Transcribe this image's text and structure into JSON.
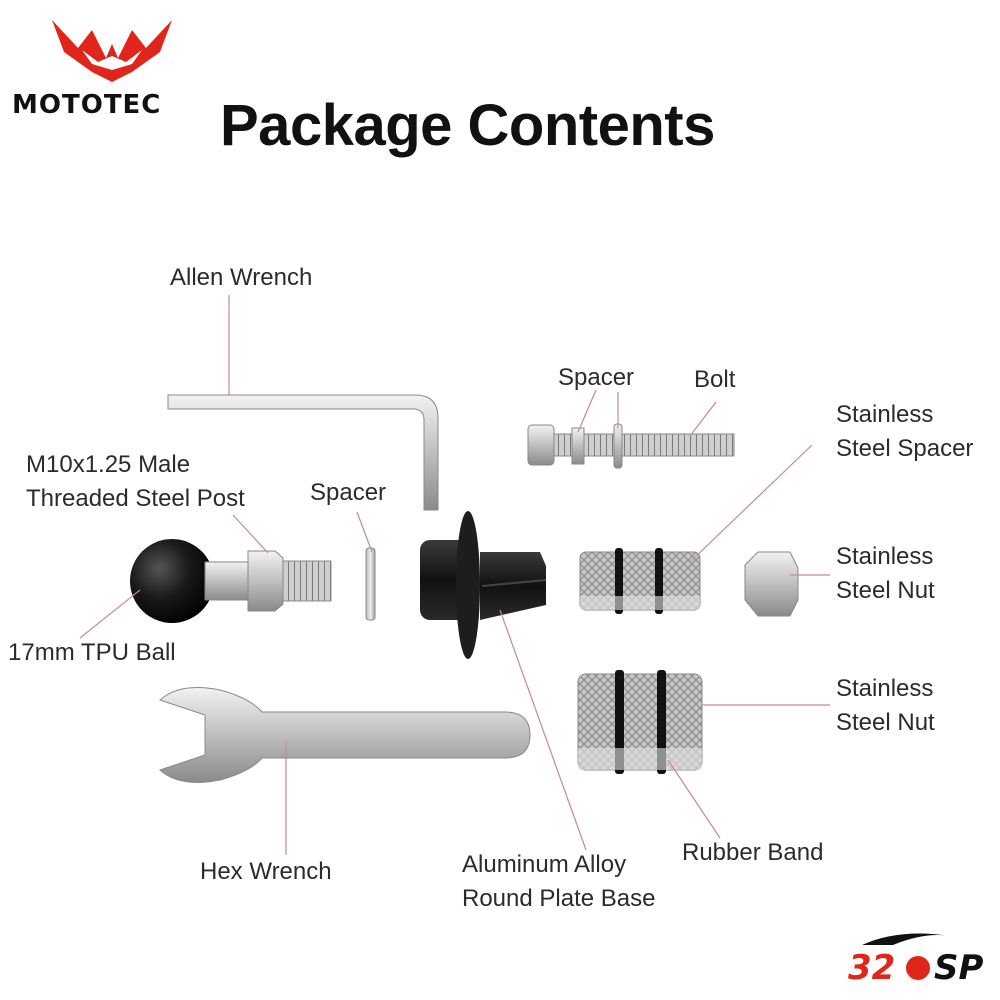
{
  "header": {
    "brand_name": "MOTOTEC",
    "title": "Package Contents"
  },
  "labels": {
    "allen_wrench": "Allen Wrench",
    "spacer_top": "Spacer",
    "bolt": "Bolt",
    "stainless_spacer_line1": "Stainless",
    "stainless_spacer_line2": "Steel Spacer",
    "threaded_post_line1": "M10x1.25 Male",
    "threaded_post_line2": "Threaded Steel Post",
    "spacer_mid": "Spacer",
    "stainless_nut_a_line1": "Stainless",
    "stainless_nut_a_line2": "Steel Nut",
    "tpu_ball": "17mm TPU Ball",
    "stainless_nut_b_line1": "Stainless",
    "stainless_nut_b_line2": "Steel Nut",
    "rubber_band": "Rubber Band",
    "hex_wrench": "Hex Wrench",
    "base_line1": "Aluminum Alloy",
    "base_line2": "Round Plate Base"
  },
  "badge": {
    "text_number": "32",
    "text_suffix": "SP"
  },
  "colors": {
    "brand_red": "#e0261b",
    "leader_line": "#c98a8a",
    "steel": "#c8c8c8",
    "ball_black": "#111111"
  }
}
